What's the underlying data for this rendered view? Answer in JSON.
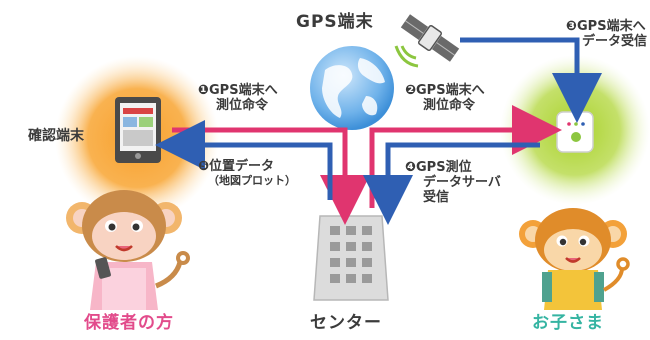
{
  "nodes": {
    "gps_terminal": "GPS端末",
    "check_terminal": "確認端末",
    "guardian": "保護者の方",
    "center": "センター",
    "child": "お子さま"
  },
  "steps": {
    "s1_line1": "❶GPS端末へ",
    "s1_line2": "測位命令",
    "s2_line1": "❷GPS端末へ",
    "s2_line2": "測位命令",
    "s3_line1": "❸GPS端末へ",
    "s3_line2": "データ受信",
    "s4_line1": "❹GPS測位",
    "s4_line2": "データサーバ",
    "s4_line3": "受信",
    "s5_line1": "❺位置データ",
    "s5_line2": "（地図プロット）"
  },
  "colors": {
    "pink_arrow": "#e0356f",
    "blue_arrow": "#2f5fb3",
    "orange_glow": "#f7a12e",
    "green_glow": "#b8d93a"
  }
}
